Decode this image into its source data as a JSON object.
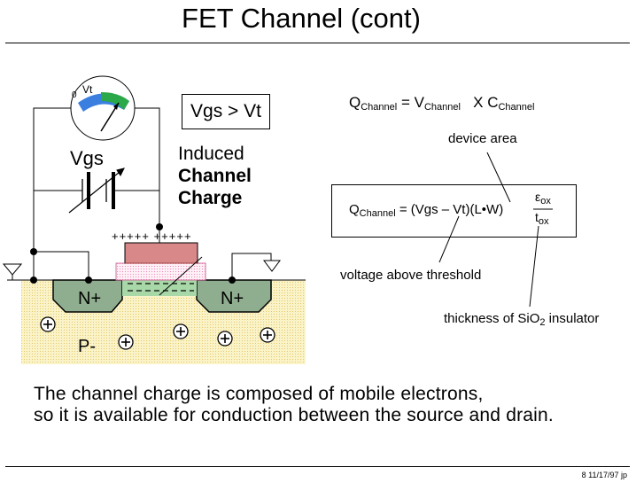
{
  "title": "FET Channel (cont)",
  "condition": "Vgs > Vt",
  "circuit": {
    "meter_label_zero": "0",
    "meter_label_vt": "Vt",
    "battery_label": "Vgs",
    "plus_signs": "+++++ +++++",
    "source_label": "N+",
    "drain_label": "N+",
    "substrate_label": "P-",
    "induced_label_line1": "Induced",
    "induced_label_line2": "Channel",
    "induced_label_line3": "Charge"
  },
  "equations": {
    "q_main": "Q",
    "q_sub": "Channel",
    "eq1_equals": "=",
    "v_main": "V",
    "v_sub": "Channel",
    "times": "X",
    "c_main": "C",
    "c_sub": "Channel",
    "eq2_mid": "= (Vgs – Vt)(L•W)",
    "eps_main": "ε",
    "eps_sub": "ox",
    "tox_main": "t",
    "tox_sub": "ox"
  },
  "annotations": {
    "device_area": "device area",
    "voltage_above": "voltage above threshold",
    "thickness_pre": "thickness of SiO",
    "thickness_sub": "2",
    "thickness_post": " insulator"
  },
  "conclusion_line1": "The channel charge is composed of mobile electrons,",
  "conclusion_line2": "so it is available for conduction between the source and drain.",
  "footer": "8   11/17/97 jp"
}
